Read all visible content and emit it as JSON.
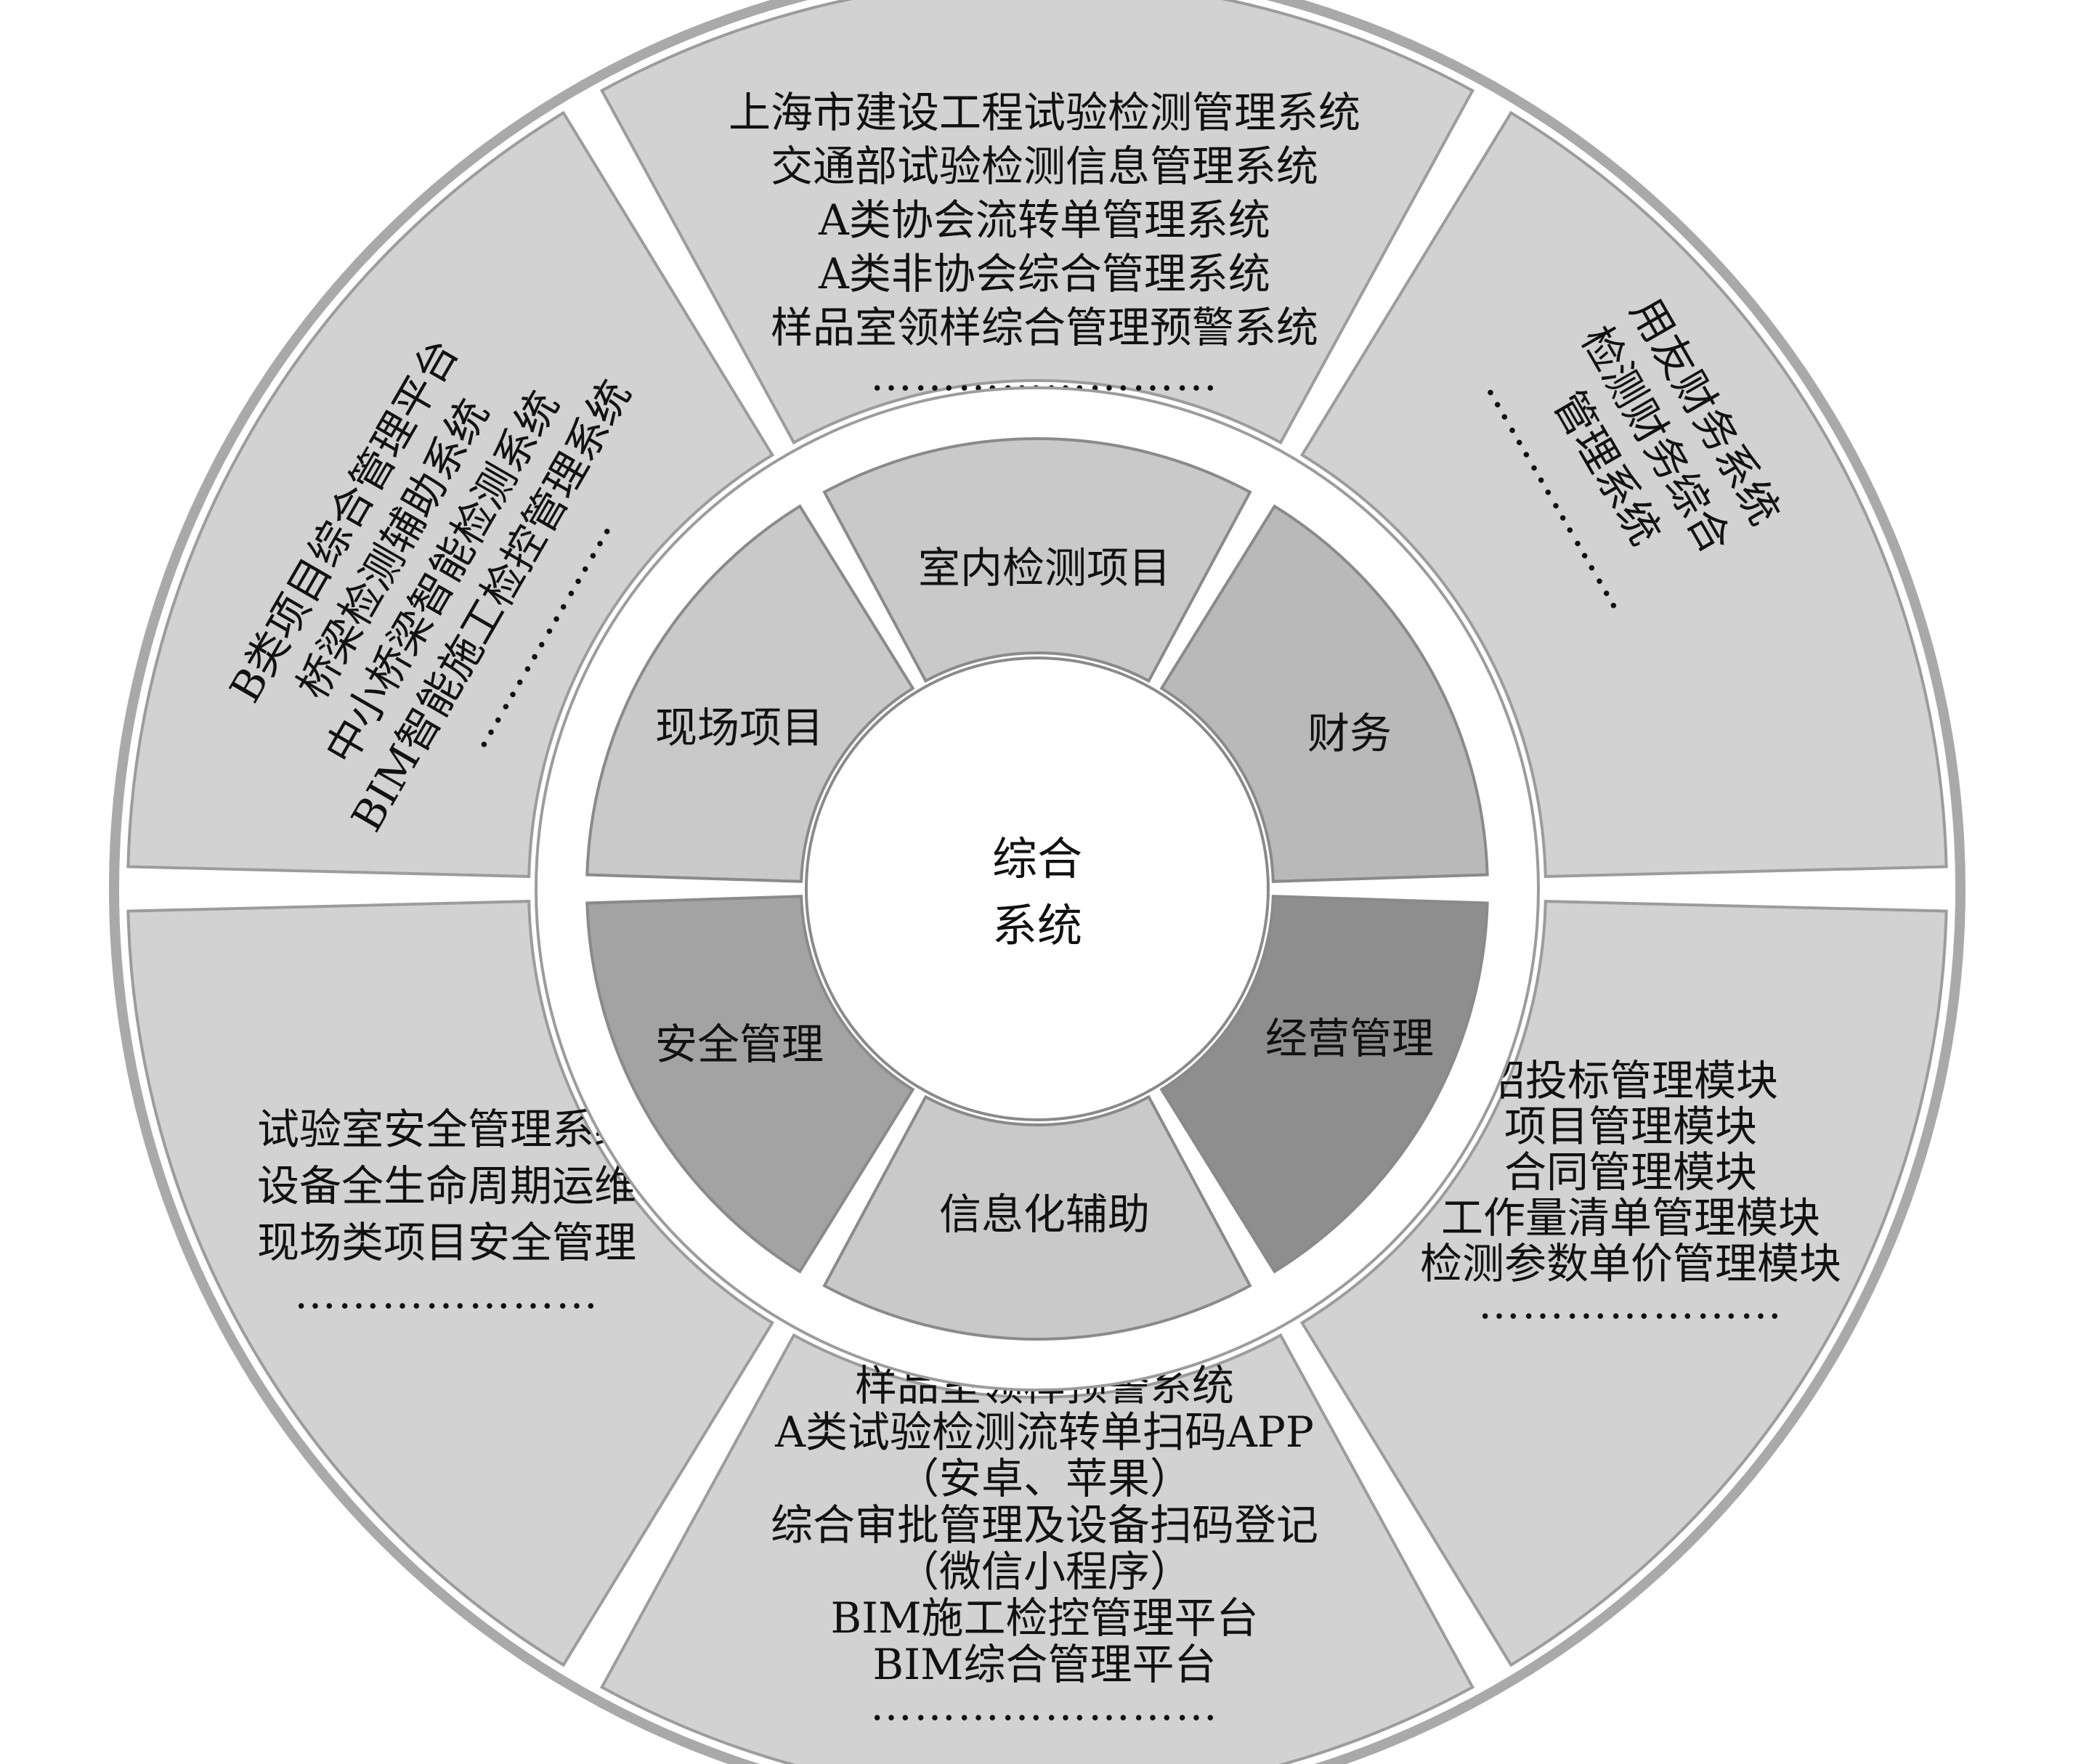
{
  "center": {
    "lines": [
      "综合",
      "系统"
    ]
  },
  "inner_ring": [
    {
      "id": "indoor",
      "label": "室内检测项目",
      "fill": "#c9c9c9"
    },
    {
      "id": "finance",
      "label": "财务",
      "fill": "#b9b9b9"
    },
    {
      "id": "business",
      "label": "经营管理",
      "fill": "#8e8e8e"
    },
    {
      "id": "info",
      "label": "信息化辅助",
      "fill": "#c9c9c9"
    },
    {
      "id": "safety",
      "label": "安全管理",
      "fill": "#a3a3a3"
    },
    {
      "id": "field",
      "label": "现场项目",
      "fill": "#c9c9c9"
    }
  ],
  "outer_ring": [
    {
      "id": "top",
      "fill": "#d2d2d2",
      "lines": [
        "上海市建设工程试验检测管理系统",
        "交通部试验检测信息管理系统",
        "A类协会流转单管理系统",
        "A类非协会综合管理系统",
        "样品室领样综合管理预警系统"
      ],
      "ellipsis": "……………………"
    },
    {
      "id": "upper-right",
      "fill": "#d2d2d2",
      "lines": [
        "用友财务系统",
        "检测财务综合",
        "管理系统"
      ],
      "ellipsis": "………………"
    },
    {
      "id": "lower-right",
      "fill": "#d2d2d2",
      "lines": [
        "招投标管理模块",
        "项目管理模块",
        "合同管理模块",
        "工作量清单管理模块",
        "检测参数单价管理模块"
      ],
      "ellipsis": "…………………"
    },
    {
      "id": "bottom",
      "fill": "#d2d2d2",
      "lines": [
        "样品室领样预警系统",
        "A类试验检测流转单扫码APP",
        "（安卓、苹果）",
        "综合审批管理及设备扫码登记",
        "（微信小程序）",
        "BIM施工检控管理平台",
        "BIM综合管理平台"
      ],
      "ellipsis": "……………………"
    },
    {
      "id": "lower-left",
      "fill": "#d2d2d2",
      "lines": [
        "试验室安全管理系统",
        "设备全生命周期运维",
        "现场类项目安全管理"
      ],
      "ellipsis": "…………………"
    },
    {
      "id": "upper-left",
      "fill": "#d2d2d2",
      "lines": [
        "B类项目综合管理平台",
        "桥梁检测辅助系统",
        "中小桥梁智能检测系统",
        "BIM智能施工检控管理系统"
      ],
      "ellipsis": "………………"
    }
  ]
}
